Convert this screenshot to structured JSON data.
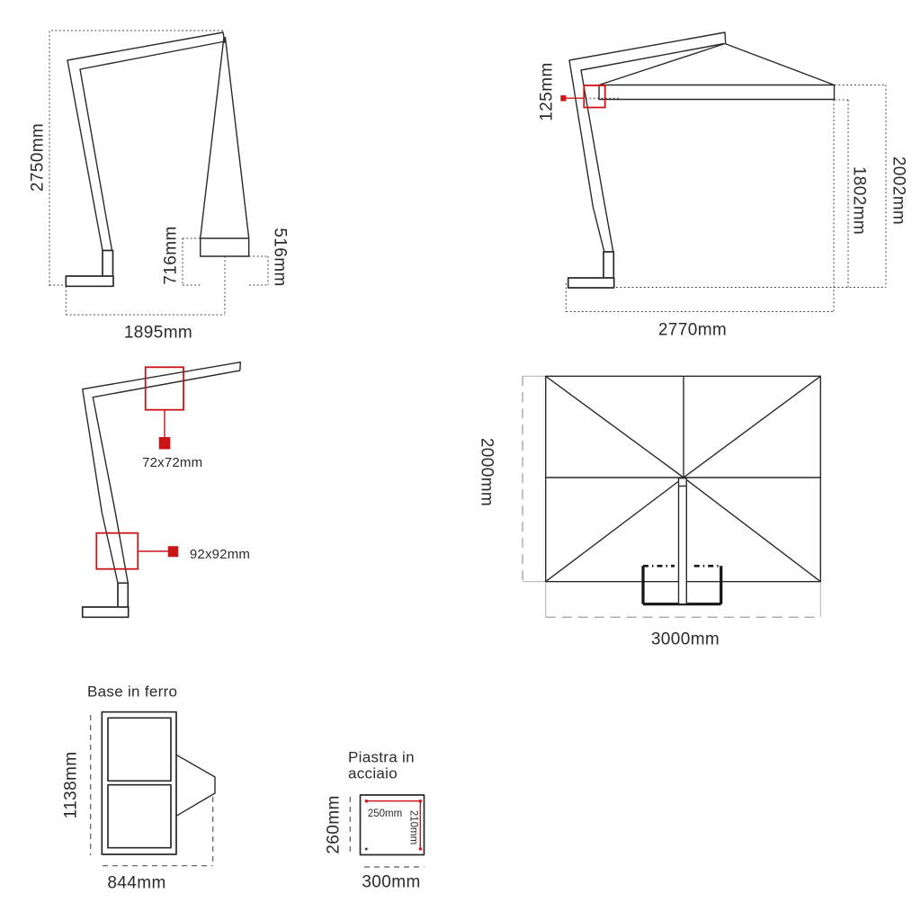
{
  "colors": {
    "line": "#2a2a2a",
    "accent_red": "#cc1416",
    "dim_gray_dashed": "#a9a9a9",
    "dark_dashed": "#5a5a5a",
    "background": "#ffffff"
  },
  "closed_side": {
    "height": "2750mm",
    "closed_canopy_top": "716mm",
    "closed_canopy_bottom": "516mm",
    "width": "1895mm"
  },
  "open_side": {
    "arm_offset": "125mm",
    "clearance": "1802mm",
    "total_height": "2002mm",
    "projection": "2770mm"
  },
  "profiles": {
    "arm": "72x72mm",
    "mast": "92x92mm"
  },
  "top_view": {
    "depth": "2000mm",
    "width": "3000mm"
  },
  "iron_base": {
    "title": "Base in ferro",
    "height": "1138mm",
    "width": "844mm"
  },
  "steel_plate": {
    "title_line1": "Piastra in",
    "title_line2": "acciaio",
    "holes_width": "250mm",
    "holes_height": "210mm",
    "height": "260mm",
    "width": "300mm"
  }
}
